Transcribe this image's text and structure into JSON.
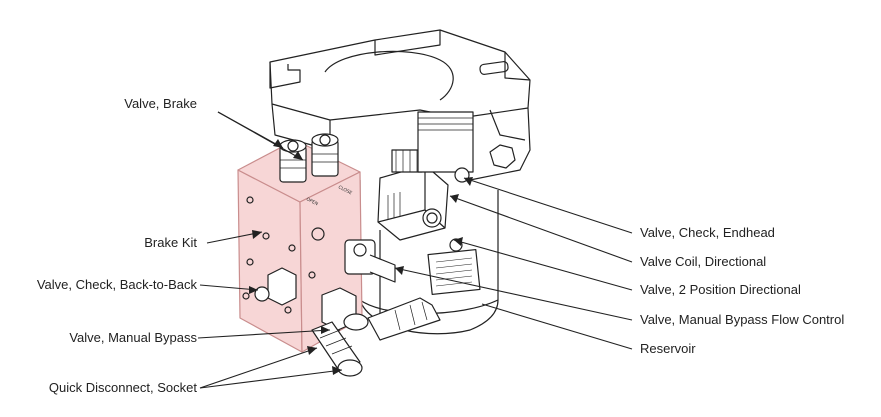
{
  "labels": {
    "valve_brake": "Valve, Brake",
    "brake_kit": "Brake Kit",
    "valve_check_btb": "Valve, Check, Back-to-Back",
    "valve_manual_bypass": "Valve, Manual Bypass",
    "quick_disconnect": "Quick Disconnect, Socket",
    "valve_check_endhead": "Valve, Check, Endhead",
    "valve_coil": "Valve Coil, Directional",
    "valve_2pos": "Valve, 2 Position Directional",
    "valve_bypass_flow": "Valve, Manual Bypass Flow Control",
    "reservoir": "Reservoir"
  },
  "block_text": {
    "open": "OPEN",
    "close": "CLOSE"
  },
  "colors": {
    "highlight": "#f7d6d6",
    "highlight_stroke": "#c98d8d",
    "line": "#222222"
  }
}
